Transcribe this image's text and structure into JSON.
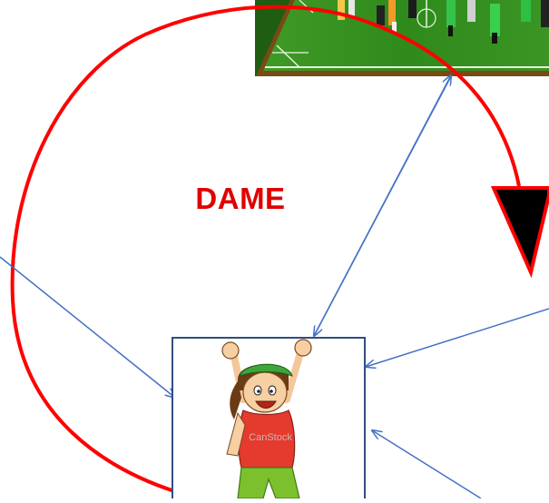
{
  "diagram": {
    "center_label": "DAME",
    "colors": {
      "cycle_arrow": "#ff0000",
      "arrowhead_fill": "#000000",
      "connector_lines": "#4472c4",
      "label_text": "#e00000",
      "field_green": "#2e8b1e",
      "field_frame": "#8a5a1e"
    },
    "images": {
      "top": {
        "name": "soccer-field-image"
      },
      "bottom": {
        "name": "cheering-boy-image",
        "watermark": "CanStock"
      }
    }
  }
}
